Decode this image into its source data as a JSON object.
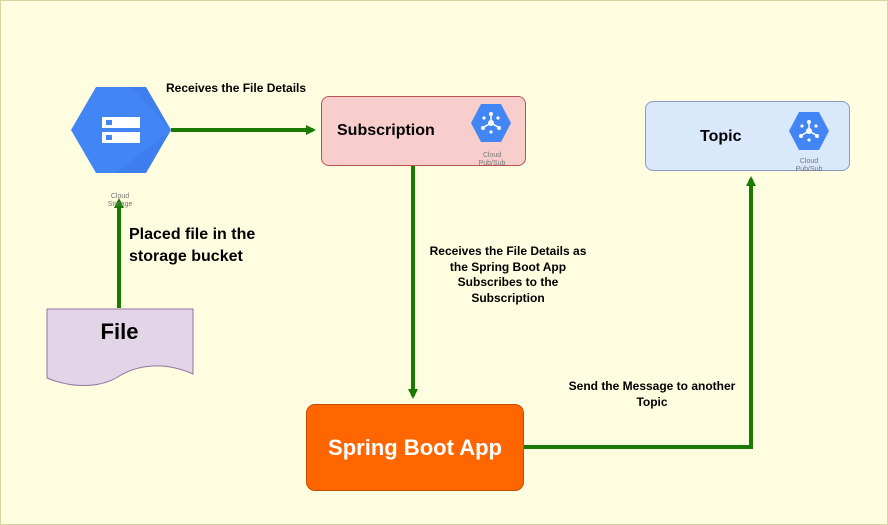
{
  "edges": {
    "receives_details": "Receives the File Details",
    "placed_file_line1": "Placed file in the",
    "placed_file_line2": "storage bucket",
    "subscribes_line1": "Receives the File Details as",
    "subscribes_line2": "the Spring Boot App",
    "subscribes_line3": "Subscribes to the",
    "subscribes_line4": "Subscription",
    "send_line1": "Send the Message to another",
    "send_line2": "Topic"
  },
  "nodes": {
    "storage_caption_line1": "Cloud",
    "storage_caption_line2": "Storage",
    "subscription_title": "Subscription",
    "topic_title": "Topic",
    "pubsub_caption_line1": "Cloud",
    "pubsub_caption_line2": "Pub/Sub",
    "spring_title": "Spring Boot App",
    "file_title": "File"
  },
  "colors": {
    "background": "#fffde0",
    "arrow": "#1a7a00",
    "gcp_blue": "#4285f4",
    "subscription_fill": "#f8cecc",
    "topic_fill": "#dae8fc",
    "spring_fill": "#ff6600",
    "file_fill": "#e1d5e7"
  },
  "icons": {
    "storage": "cloud-storage-icon",
    "pubsub": "cloud-pubsub-icon"
  }
}
